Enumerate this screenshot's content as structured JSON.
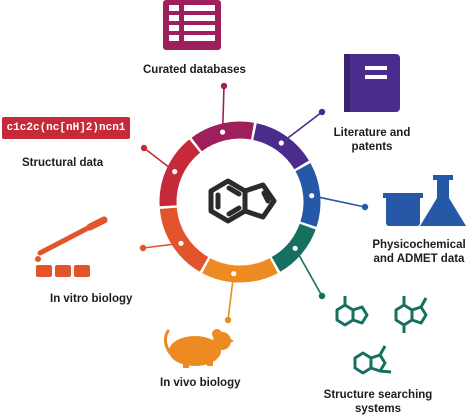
{
  "colors": {
    "databases": "#9e1f5c",
    "literature": "#4a2c8c",
    "physchem": "#2658a8",
    "structure_search": "#17705f",
    "in_vivo": "#ee8a22",
    "in_vitro": "#e2552c",
    "structural": "#c62a38",
    "molecule": "#2b2b2b"
  },
  "labels": {
    "databases": "Curated databases",
    "literature_line1": "Literature and",
    "literature_line2": "patents",
    "physchem_line1": "Physicochemical",
    "physchem_line2": "and ADMET data",
    "structure_line1": "Structure searching",
    "structure_line2": "systems",
    "in_vivo": "In vivo biology",
    "in_vitro": "In vitro biology",
    "structural": "Structural data",
    "smiles": "c1c2c(nc[nH]2)ncn1"
  },
  "icons": {
    "databases": "table-icon",
    "literature": "book-icon",
    "physchem": "lab-flasks-icon",
    "structure_search": "molecule-structures-icon",
    "in_vivo": "mouse-icon",
    "in_vitro": "pipette-icon",
    "center": "indene-molecule-icon"
  }
}
